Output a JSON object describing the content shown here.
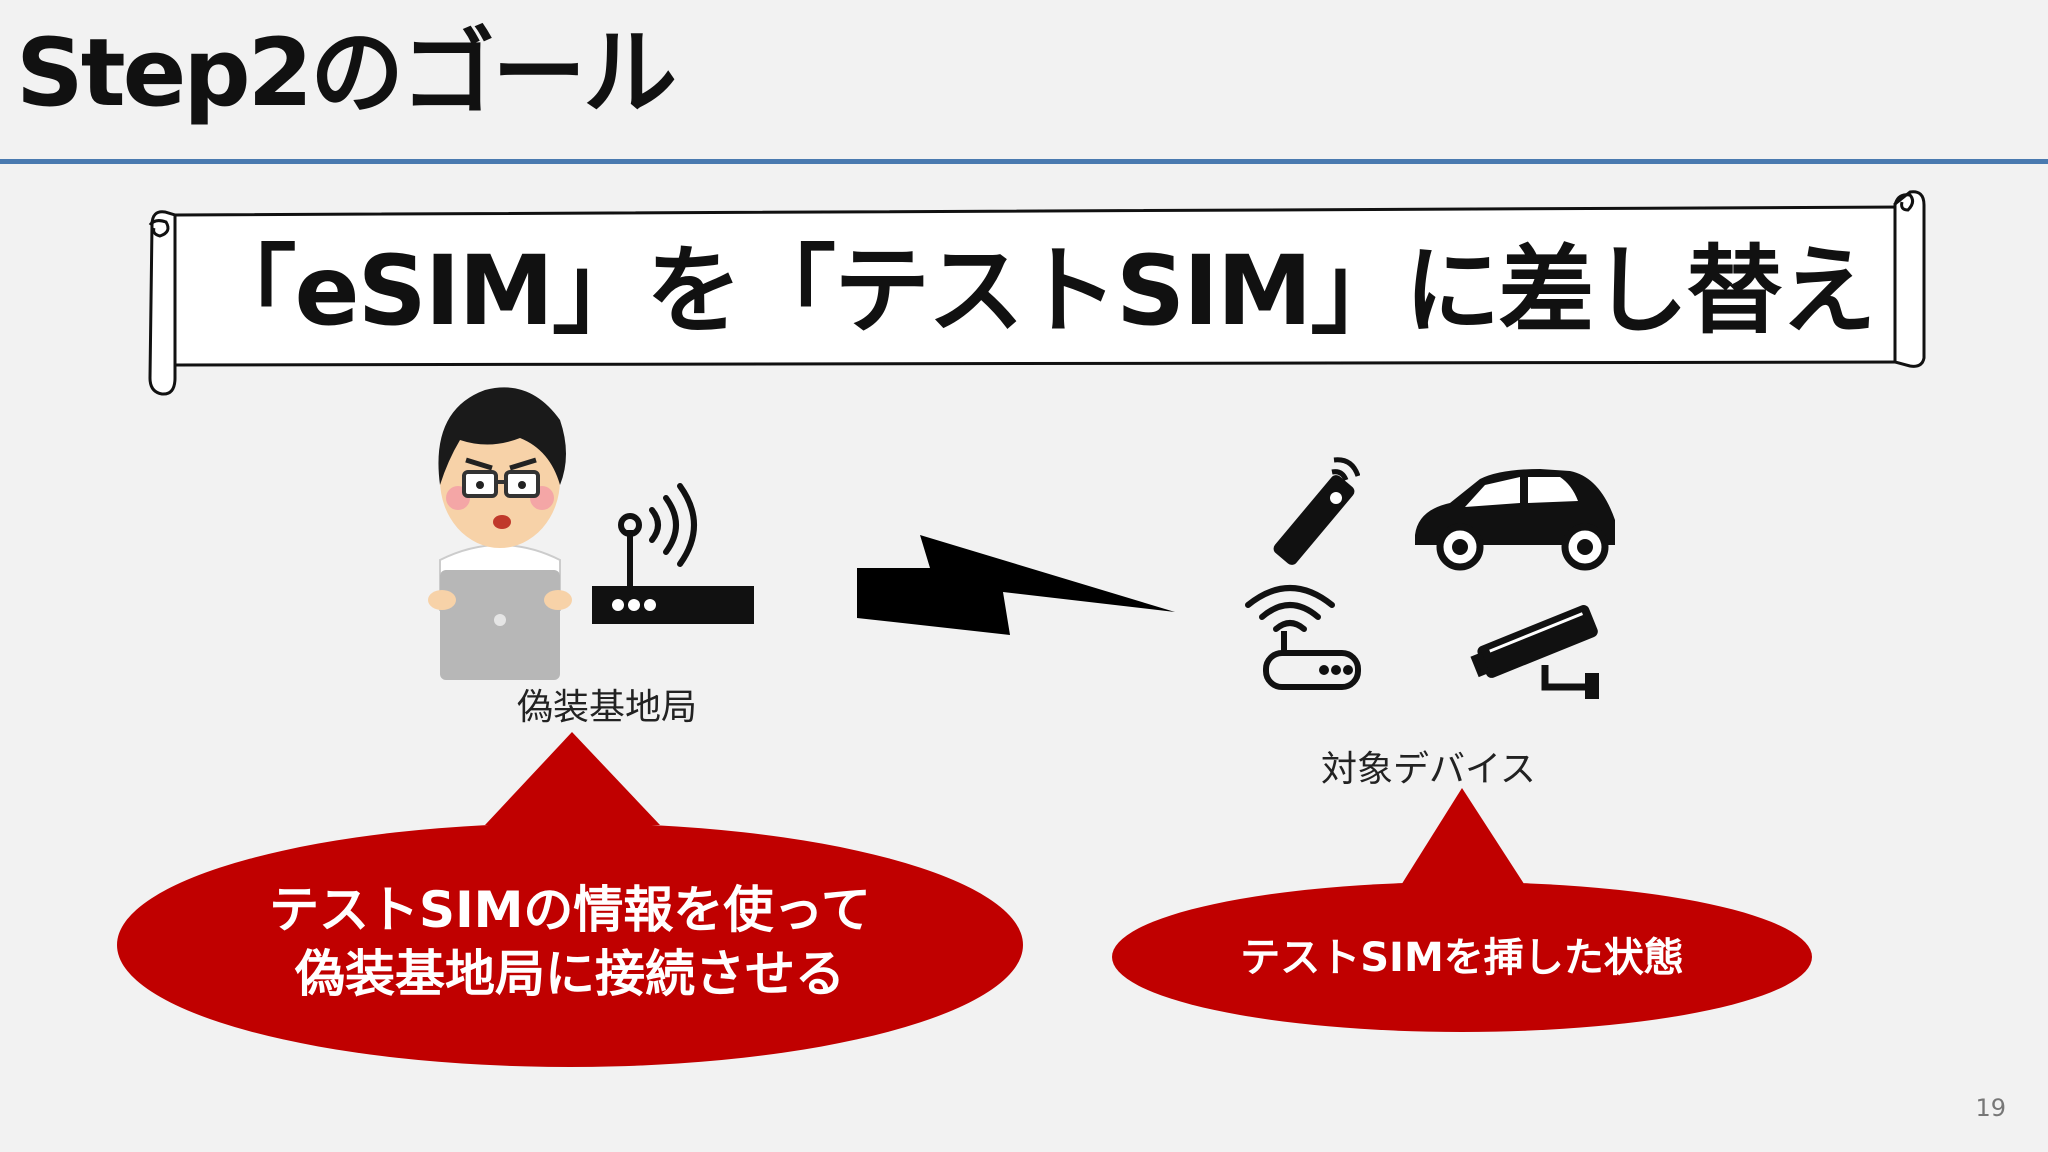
{
  "slide": {
    "title": "Step2のゴール",
    "banner": "「eSIM」を「テストSIM」に差し替え",
    "page_number": "19"
  },
  "left_group": {
    "caption": "偽装基地局",
    "callout_line1": "テストSIMの情報を使って",
    "callout_line2": "偽装基地局に接続させる"
  },
  "right_group": {
    "caption": "対象デバイス",
    "callout": "テストSIMを挿した状態"
  },
  "icons": {
    "person": "hacker-with-laptop-icon",
    "router": "wireless-router-icon",
    "signal": "lightning-bolt-icon",
    "remote": "remote-control-icon",
    "car": "car-icon",
    "wifi_router": "wifi-router-icon",
    "camera": "security-camera-icon"
  },
  "colors": {
    "accent_rule": "#4a7ab0",
    "callout": "#c00000",
    "text": "#111111"
  }
}
